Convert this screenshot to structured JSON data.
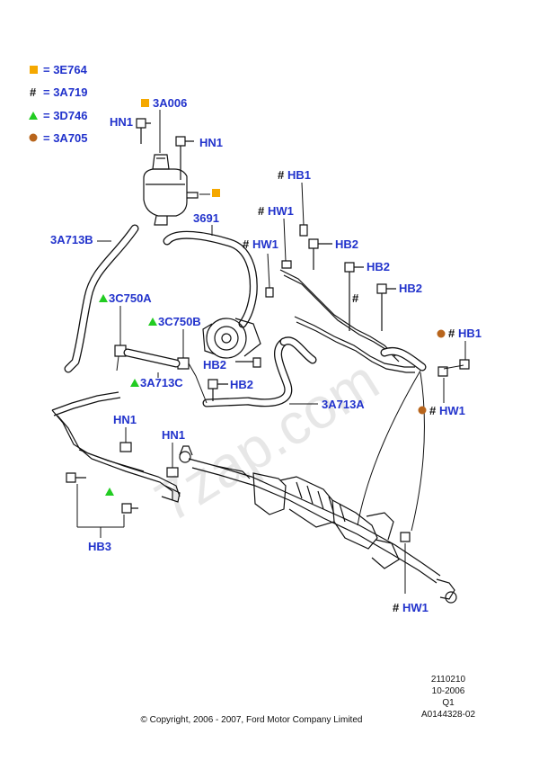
{
  "legend": [
    {
      "symbol": "square",
      "color": "#f5a800",
      "text": "= 3E764"
    },
    {
      "symbol": "#",
      "color": "#111111",
      "text": "= 3A719"
    },
    {
      "symbol": "triangle",
      "color": "#22cc22",
      "text": "= 3D746"
    },
    {
      "symbol": "circle",
      "color": "#b8651c",
      "text": "= 3A705"
    }
  ],
  "colors": {
    "label": "#2233cc",
    "square": "#f5a800",
    "triangle": "#22cc22",
    "circle": "#b8651c"
  },
  "labels": {
    "a006": "3A006",
    "hn1_top_left": "HN1",
    "hn1_top_right": "HN1",
    "a713b": "3A713B",
    "p3691": "3691",
    "hb1_top": "HB1",
    "hw1_top": "HW1",
    "hw1_mid": "HW1",
    "hb2_a": "HB2",
    "hb2_b": "HB2",
    "hb2_c": "HB2",
    "c750a": "3C750A",
    "c750b": "3C750B",
    "a713c": "3A713C",
    "hb2_d": "HB2",
    "hb2_e": "HB2",
    "a713a": "3A713A",
    "hb1_right": "HB1",
    "hw1_right": "HW1",
    "hn1_left_a": "HN1",
    "hn1_left_b": "HN1",
    "hb3": "HB3",
    "hw1_bottom": "HW1"
  },
  "reference": {
    "line1": "2110210",
    "line2": "10-2006",
    "line3": "Q1",
    "line4": "A0144328-02"
  },
  "copyright": "© Copyright, 2006 - 2007, Ford Motor Company Limited",
  "watermark": "7zap.com"
}
